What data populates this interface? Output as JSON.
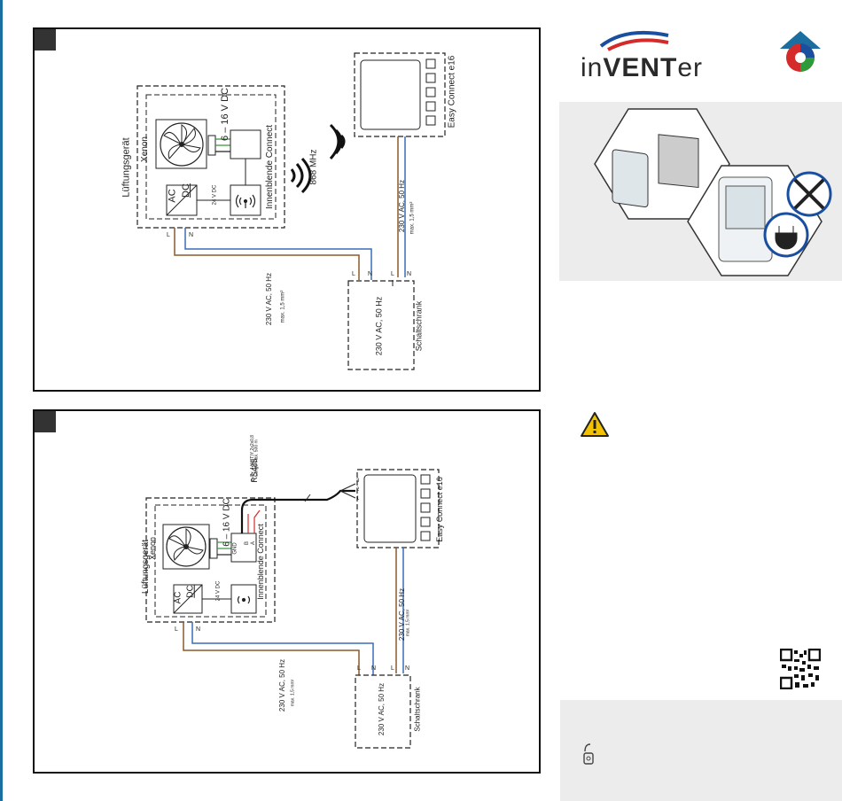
{
  "brand": {
    "logo_text_pre": "in",
    "logo_text_bold": "VENT",
    "logo_text_post": "er"
  },
  "diagram1": {
    "device_title": "Lüftungsgerät",
    "fan": "Xenon",
    "voltage_dc": "6 – 16 V DC",
    "ac_label": "AC",
    "dc_label": "DC",
    "supply_24v": "24 V DC",
    "inner_label": "Innenblende Connect",
    "radio": "868 MHz",
    "controller": "Easy Connect e16",
    "wire_controller": "230 V AC, 50 Hz",
    "wire_controller_sub": "max. 1,5 mm²",
    "wire_device": "230 V AC, 50 Hz",
    "wire_device_sub": "max. 1,5 mm²",
    "cabinet": "Schaltschrank",
    "cabinet_voltage": "230 V AC, 50 Hz",
    "L": "L",
    "N": "N"
  },
  "diagram2": {
    "device_title": "Lüftungsgerät",
    "fan": "Xenon",
    "voltage_dc": "6 – 16 V DC",
    "ac_label": "AC",
    "dc_label": "DC",
    "supply_24v": "24 V DC",
    "inner_label": "Innenblende Connect",
    "bus": "RS485",
    "bus_sub1": "z. B.: J-Y(ST)Y 2x2x0,8",
    "bus_sub2": "Länge max. 500 m",
    "gnd": "GND",
    "b": "B",
    "a": "A",
    "pin1": "1",
    "pin2": "2",
    "pin3": "3",
    "controller": "Easy Connect e16",
    "wire_controller": "230 V AC, 50 Hz",
    "wire_controller_sub": "max. 1,5 mm²",
    "wire_device": "230 V AC, 50 Hz",
    "wire_device_sub": "max. 1,5 mm²",
    "cabinet": "Schaltschrank",
    "cabinet_voltage": "230 V AC, 50 Hz",
    "L": "L",
    "N": "N"
  },
  "colors": {
    "accent": "#1a6fa0",
    "brown": "#8b5a2b",
    "blue": "#3a6fb5",
    "red": "#d42a2a",
    "green": "#2e9a3a",
    "warn": "#f2c200"
  }
}
